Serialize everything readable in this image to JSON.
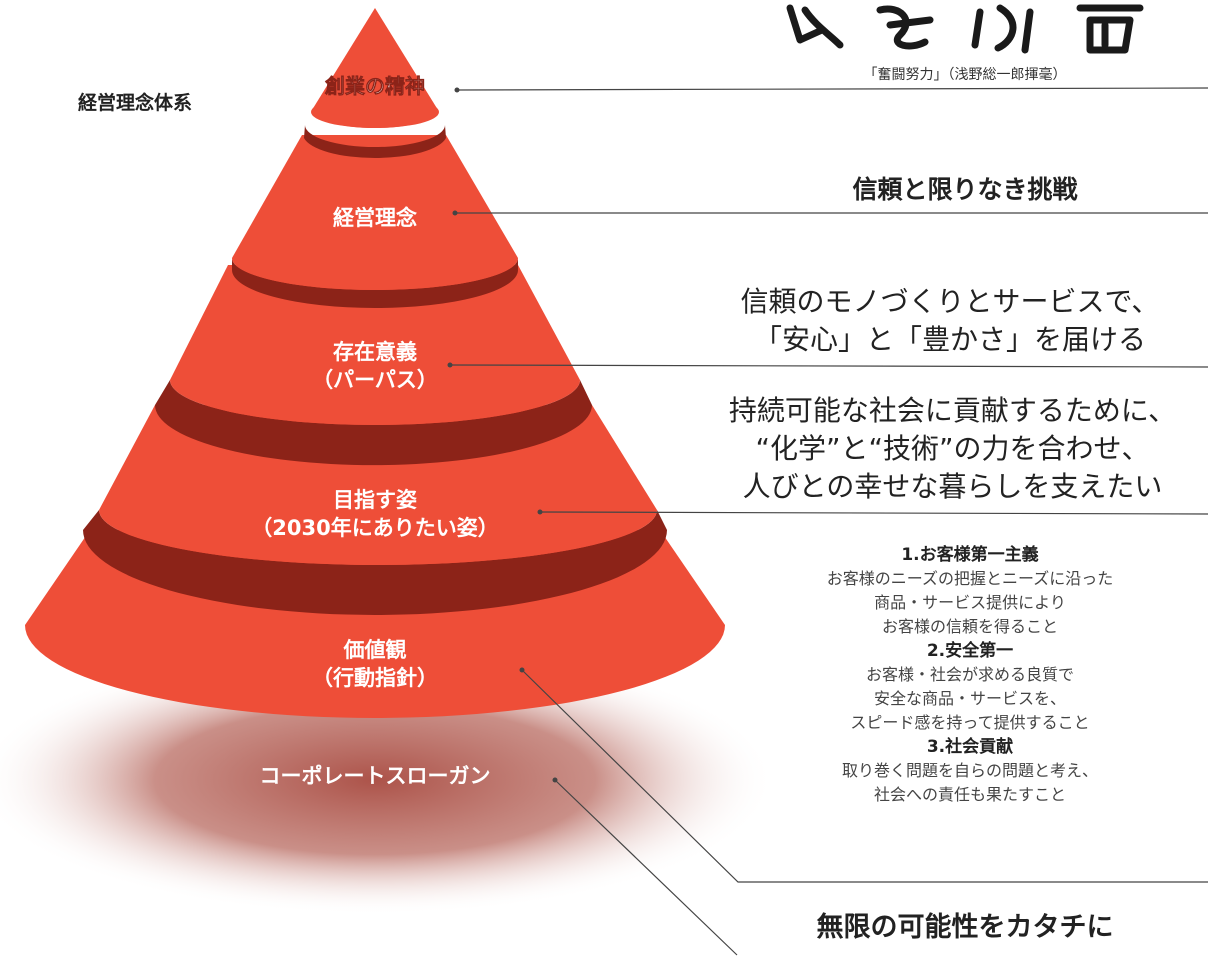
{
  "title": "経営理念体系",
  "calligraphy": {
    "text": "奮闘努力",
    "caption": "「奮闘努力」（浅野総一郎揮毫）"
  },
  "layers": [
    {
      "key": "founding_spirit",
      "label": "創業の精神"
    },
    {
      "key": "philosophy",
      "label": "経営理念"
    },
    {
      "key": "purpose",
      "label_lines": [
        "存在意義",
        "（パーパス）"
      ]
    },
    {
      "key": "vision",
      "label_lines": [
        "目指す姿",
        "（2030年にありたい姿）"
      ]
    },
    {
      "key": "values",
      "label_lines": [
        "価値観",
        "（行動指針）"
      ]
    },
    {
      "key": "slogan",
      "label": "コーポレートスローガン"
    }
  ],
  "statements": {
    "philosophy": "信頼と限りなき挑戦",
    "purpose": [
      "信頼のモノづくりとサービスで、",
      "「安心」と「豊かさ」を届ける"
    ],
    "vision": [
      "持続可能な社会に貢献するために、",
      "“化学”と“技術”の力を合わせ、",
      "人びとの幸せな暮らしを支えたい"
    ],
    "values": [
      {
        "heading": "1.お客様第一主義",
        "lines": [
          "お客様のニーズの把握とニーズに沿った",
          "商品・サービス提供により",
          "お客様の信頼を得ること"
        ]
      },
      {
        "heading": "2.安全第一",
        "lines": [
          "お客様・社会が求める良質で",
          "安全な商品・サービスを、",
          "スピード感を持って提供すること"
        ]
      },
      {
        "heading": "3.社会貢献",
        "lines": [
          "取り巻く問題を自らの問題と考え、",
          "社会への責任も果たすこと"
        ]
      }
    ],
    "slogan": "無限の可能性をカタチに"
  },
  "colors": {
    "cone": "#ee4e38",
    "cone_ring": "#8c2318",
    "shadow": "#b05c52",
    "line": "#444444",
    "text": "#222222"
  }
}
